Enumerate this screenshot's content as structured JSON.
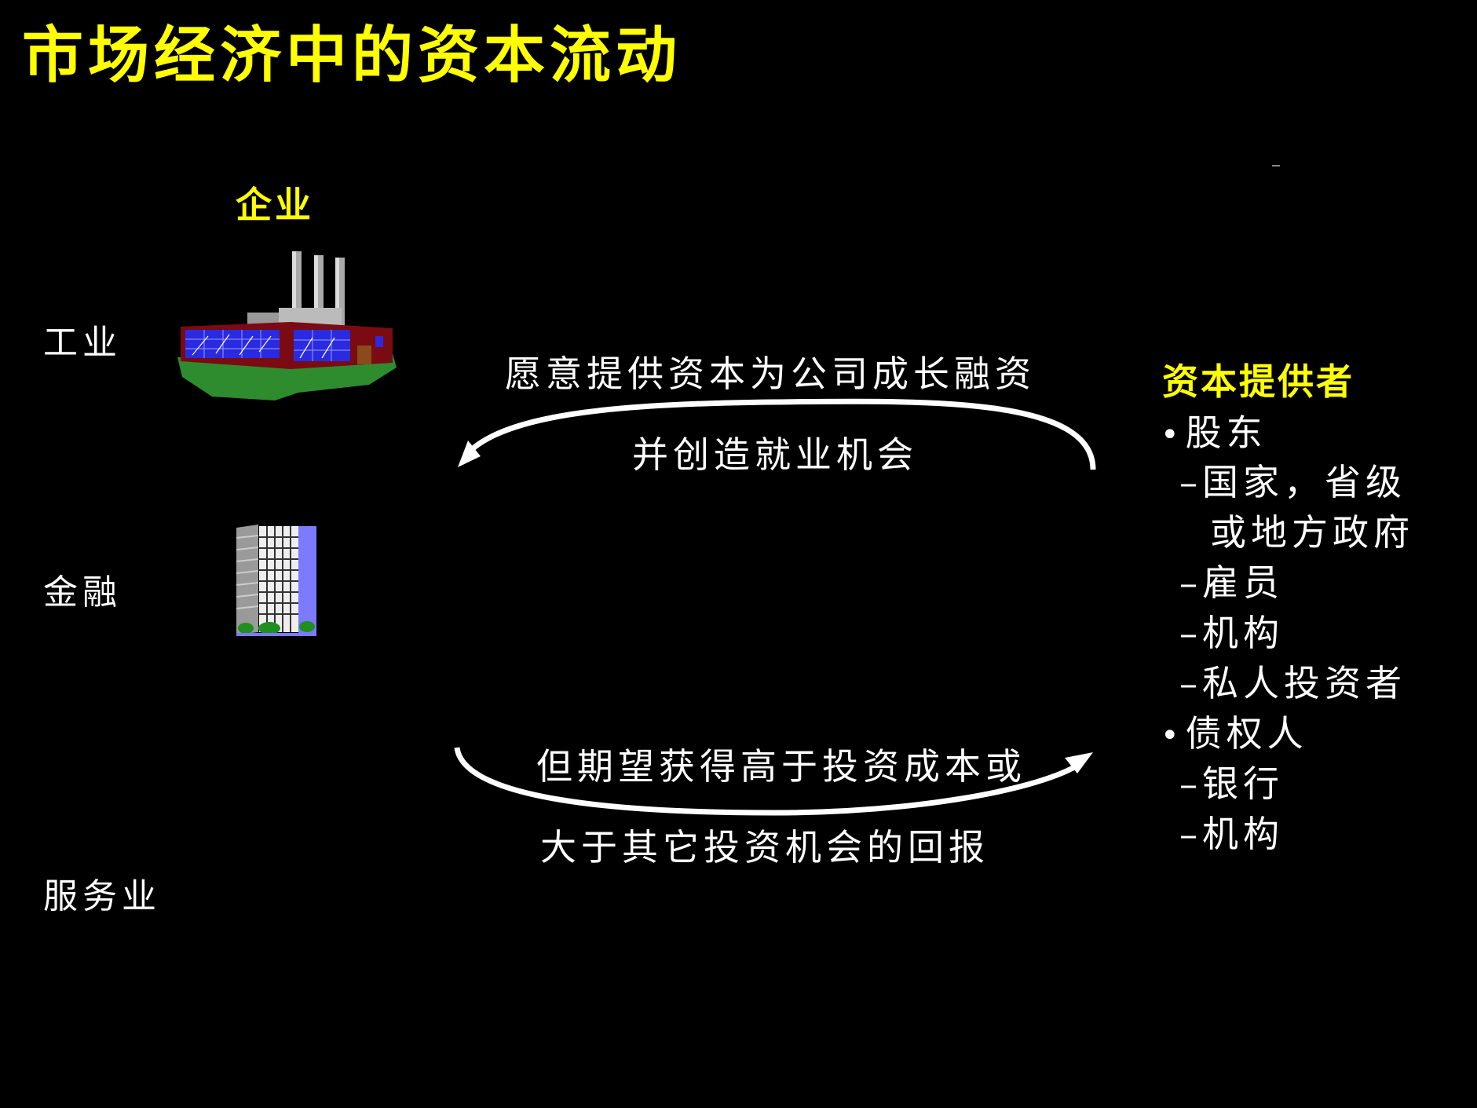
{
  "slide": {
    "title": "市场经济中的资本流动"
  },
  "enterprise": {
    "heading": "企业",
    "sectors": {
      "industry": "工业",
      "finance": "金融",
      "service": "服务业"
    }
  },
  "flows": {
    "top_line_1": "愿意提供资本为公司成长融资",
    "top_line_2": "并创造就业机会",
    "bottom_line_1": "但期望获得高于投资成本或",
    "bottom_line_2": "大于其它投资机会的回报"
  },
  "providers": {
    "heading": "资本提供者",
    "items": [
      {
        "marker": "•",
        "text": "股东"
      },
      {
        "marker": "–",
        "text": "国家，省级"
      },
      {
        "marker": "",
        "text": "或地方政府"
      },
      {
        "marker": "–",
        "text": "雇员"
      },
      {
        "marker": "–",
        "text": "机构"
      },
      {
        "marker": "–",
        "text": "私人投资者"
      },
      {
        "marker": "•",
        "text": "债权人"
      },
      {
        "marker": "–",
        "text": "银行"
      },
      {
        "marker": "–",
        "text": "机构"
      }
    ]
  },
  "colors": {
    "background": "#000000",
    "heading": "#ffff00",
    "text": "#ffffff"
  },
  "icons": {
    "industry": "factory-icon",
    "finance": "office-building-icon",
    "top_arrow": "curved-arrow-left-icon",
    "bottom_arrow": "curved-arrow-right-icon"
  }
}
